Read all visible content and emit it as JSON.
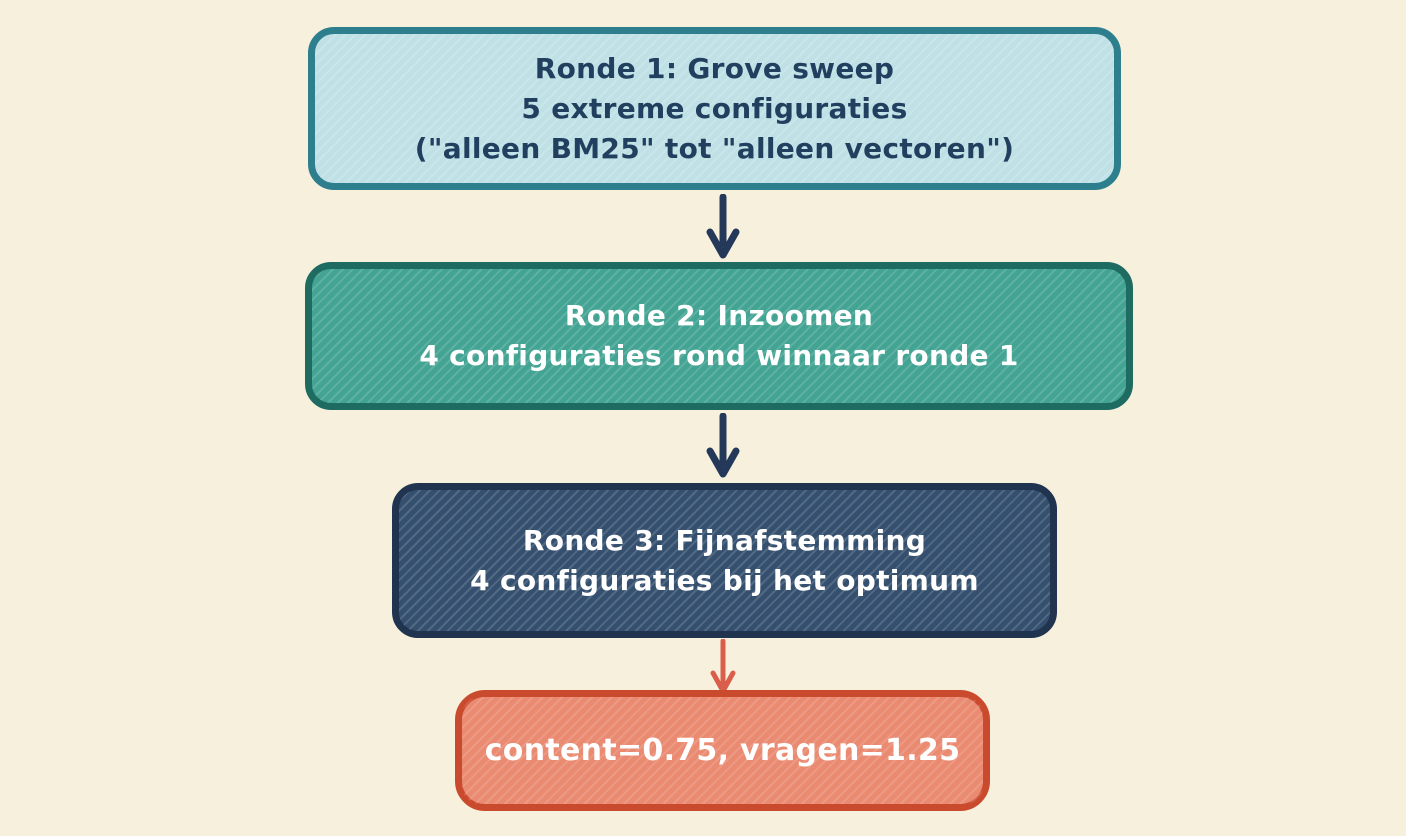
{
  "diagram": {
    "title": "Hyperparameter sweep rondes (flowchart)",
    "background": "#f6f0dd",
    "nodes": [
      {
        "id": "round1",
        "lines": [
          "Ronde 1: Grove sweep",
          "5 extreme configuraties",
          "(\"alleen BM25\" tot \"alleen vectoren\")"
        ],
        "fill": "#bfe1e6",
        "border": "#2e7f8e",
        "text_color": "#21405f"
      },
      {
        "id": "round2",
        "lines": [
          "Ronde 2: Inzoomen",
          "4 configuraties rond winnaar ronde 1"
        ],
        "fill": "#43a493",
        "border": "#1e6c61",
        "text_color": "#ffffff"
      },
      {
        "id": "round3",
        "lines": [
          "Ronde 3: Fijnafstemming",
          "4 configuraties bij het optimum"
        ],
        "fill": "#35506f",
        "border": "#20344f",
        "text_color": "#ffffff"
      },
      {
        "id": "result",
        "lines": [
          "content=0.75, vragen=1.25"
        ],
        "fill": "#e98a71",
        "border": "#ca4a2e",
        "text_color": "#ffffff"
      }
    ],
    "arrows": [
      {
        "from": "round1",
        "to": "round2",
        "color": "#24395a"
      },
      {
        "from": "round2",
        "to": "round3",
        "color": "#24395a"
      },
      {
        "from": "round3",
        "to": "result",
        "color": "#d95f4b"
      }
    ]
  }
}
